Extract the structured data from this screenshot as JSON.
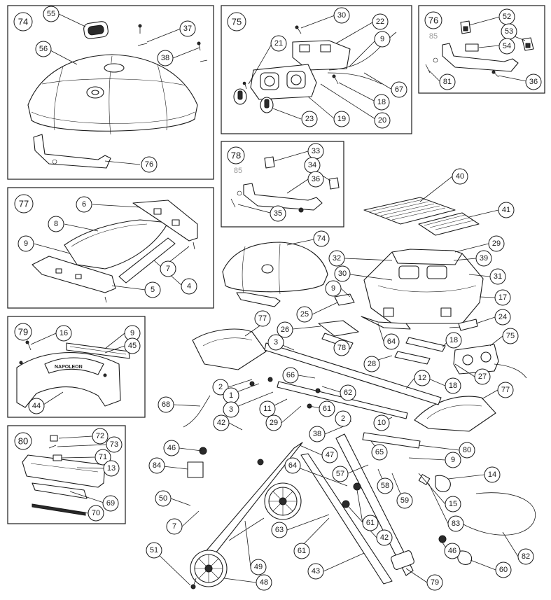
{
  "sections": {
    "s74": "74",
    "s75": "75",
    "s76": "76",
    "s77": "77",
    "s78": "78",
    "s79": "79",
    "s80": "80"
  },
  "brand_text": "NAPOLEON",
  "callouts": {
    "c55": "55",
    "c37": "37",
    "c38": "38",
    "c56": "56",
    "c76a": "76",
    "c30a": "30",
    "c22": "22",
    "c21": "21",
    "c9a": "9",
    "c67": "67",
    "c18a": "18",
    "c19": "19",
    "c20": "20",
    "c23": "23",
    "c52": "52",
    "c53": "53",
    "c85a": "85",
    "c54": "54",
    "c81": "81",
    "c36a": "36",
    "c6": "6",
    "c8": "8",
    "c9b": "9",
    "c7a": "7",
    "c5": "5",
    "c4": "4",
    "c33": "33",
    "c34": "34",
    "c85b": "85",
    "c36b": "36",
    "c35": "35",
    "c16": "16",
    "c9c": "9",
    "c45": "45",
    "c44": "44",
    "c72": "72",
    "c73": "73",
    "c71": "71",
    "c13": "13",
    "c69": "69",
    "c70": "70",
    "c40": "40",
    "c41": "41",
    "c74b": "74",
    "c29a": "29",
    "c32": "32",
    "c39": "39",
    "c30b": "30",
    "c31": "31",
    "c9d": "9",
    "c17": "17",
    "c25": "25",
    "c24": "24",
    "c77a": "77",
    "c26": "26",
    "c78b": "78",
    "c64a": "64",
    "c18b": "18",
    "c75b": "75",
    "c3a": "3",
    "c28": "28",
    "c27": "27",
    "c66": "66",
    "c12": "12",
    "c18c": "18",
    "c2a": "2",
    "c1": "1",
    "c62": "62",
    "c77b": "77",
    "c3b": "3",
    "c11": "11",
    "c61a": "61",
    "c68": "68",
    "c42a": "42",
    "c29b": "29",
    "c10": "10",
    "c38b": "38",
    "c2b": "2",
    "c46a": "46",
    "c47": "47",
    "c65": "65",
    "c80b": "80",
    "c84": "84",
    "c64b": "64",
    "c57": "57",
    "c9e": "9",
    "c14": "14",
    "c58": "58",
    "c50": "50",
    "c59": "59",
    "c15": "15",
    "c61b": "61",
    "c7b": "7",
    "c83": "83",
    "c63": "63",
    "c42b": "42",
    "c82": "82",
    "c51": "51",
    "c61c": "61",
    "c46b": "46",
    "c49": "49",
    "c60": "60",
    "c48": "48",
    "c43": "43",
    "c79b": "79"
  }
}
